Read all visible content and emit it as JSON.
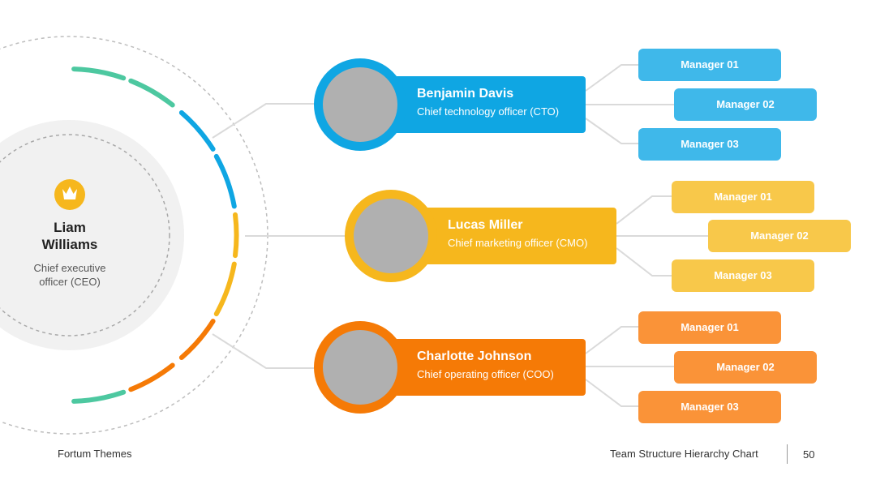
{
  "colors": {
    "blue": "#0fa6e3",
    "blue_light": "#3fb8ea",
    "yellow": "#f6b71d",
    "yellow_light": "#f8c84a",
    "orange": "#f57a06",
    "orange_light": "#fa9338",
    "green": "#4dc8a0",
    "photo_placeholder": "#b0b0b0",
    "connector": "#dadada"
  },
  "ceo": {
    "name": "Liam Williams",
    "title": "Chief executive officer (CEO)",
    "icon": "crown-icon"
  },
  "executives": [
    {
      "name": "Benjamin Davis",
      "title": "Chief technology officer (CTO)",
      "color": "blue",
      "managers": [
        "Manager 01",
        "Manager 02",
        "Manager 03"
      ]
    },
    {
      "name": "Lucas Miller",
      "title": "Chief marketing officer (CMO)",
      "color": "yellow",
      "managers": [
        "Manager 01",
        "Manager 02",
        "Manager 03"
      ]
    },
    {
      "name": "Charlotte Johnson",
      "title": "Chief operating officer (COO)",
      "color": "orange",
      "managers": [
        "Manager 01",
        "Manager 02",
        "Manager 03"
      ]
    }
  ],
  "footer": {
    "brand": "Fortum Themes",
    "title": "Team Structure Hierarchy Chart",
    "page": "50"
  }
}
